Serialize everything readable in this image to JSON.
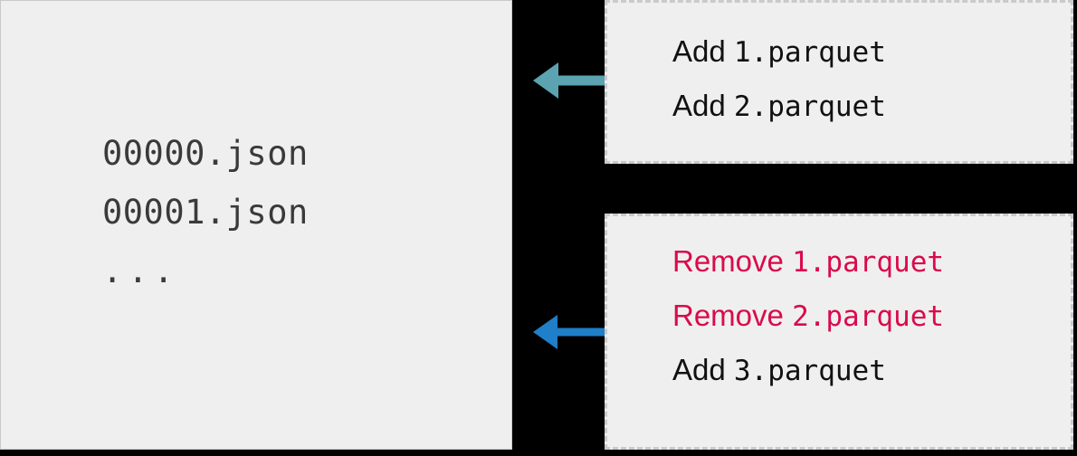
{
  "diagram": {
    "background_color": "#000000",
    "panel_background": "#EFEFEF"
  },
  "log_panel": {
    "name": "delta-log-panel",
    "entries": [
      {
        "text": "00000.json"
      },
      {
        "text": "00001.json"
      },
      {
        "text": "..."
      }
    ],
    "text_color": "#3A3A3A",
    "border_color": "#C9C9C9"
  },
  "commits": [
    {
      "id": "commit-box-1",
      "border_style": "dashed",
      "border_color": "#CACACA",
      "lines": [
        {
          "op": "Add",
          "file": "1.parquet",
          "kind": "add",
          "color": "#111111"
        },
        {
          "op": "Add",
          "file": "2.parquet",
          "kind": "add",
          "color": "#111111"
        }
      ]
    },
    {
      "id": "commit-box-2",
      "border_style": "dashed",
      "border_color": "#CACACA",
      "lines": [
        {
          "op": "Remove",
          "file": "1.parquet",
          "kind": "remove",
          "color": "#D90B4C"
        },
        {
          "op": "Remove",
          "file": "2.parquet",
          "kind": "remove",
          "color": "#D90B4C"
        },
        {
          "op": "Add",
          "file": "3.parquet",
          "kind": "add",
          "color": "#111111"
        }
      ]
    }
  ],
  "arrows": [
    {
      "id": "arrow-1",
      "name": "commit-arrow-teal",
      "direction": "left",
      "color": "#5BA3B0",
      "from": "commit-box-1",
      "to": "log-panel"
    },
    {
      "id": "arrow-2",
      "name": "commit-arrow-blue",
      "direction": "left",
      "color": "#1F7FC8",
      "from": "commit-box-2",
      "to": "log-panel"
    }
  ]
}
